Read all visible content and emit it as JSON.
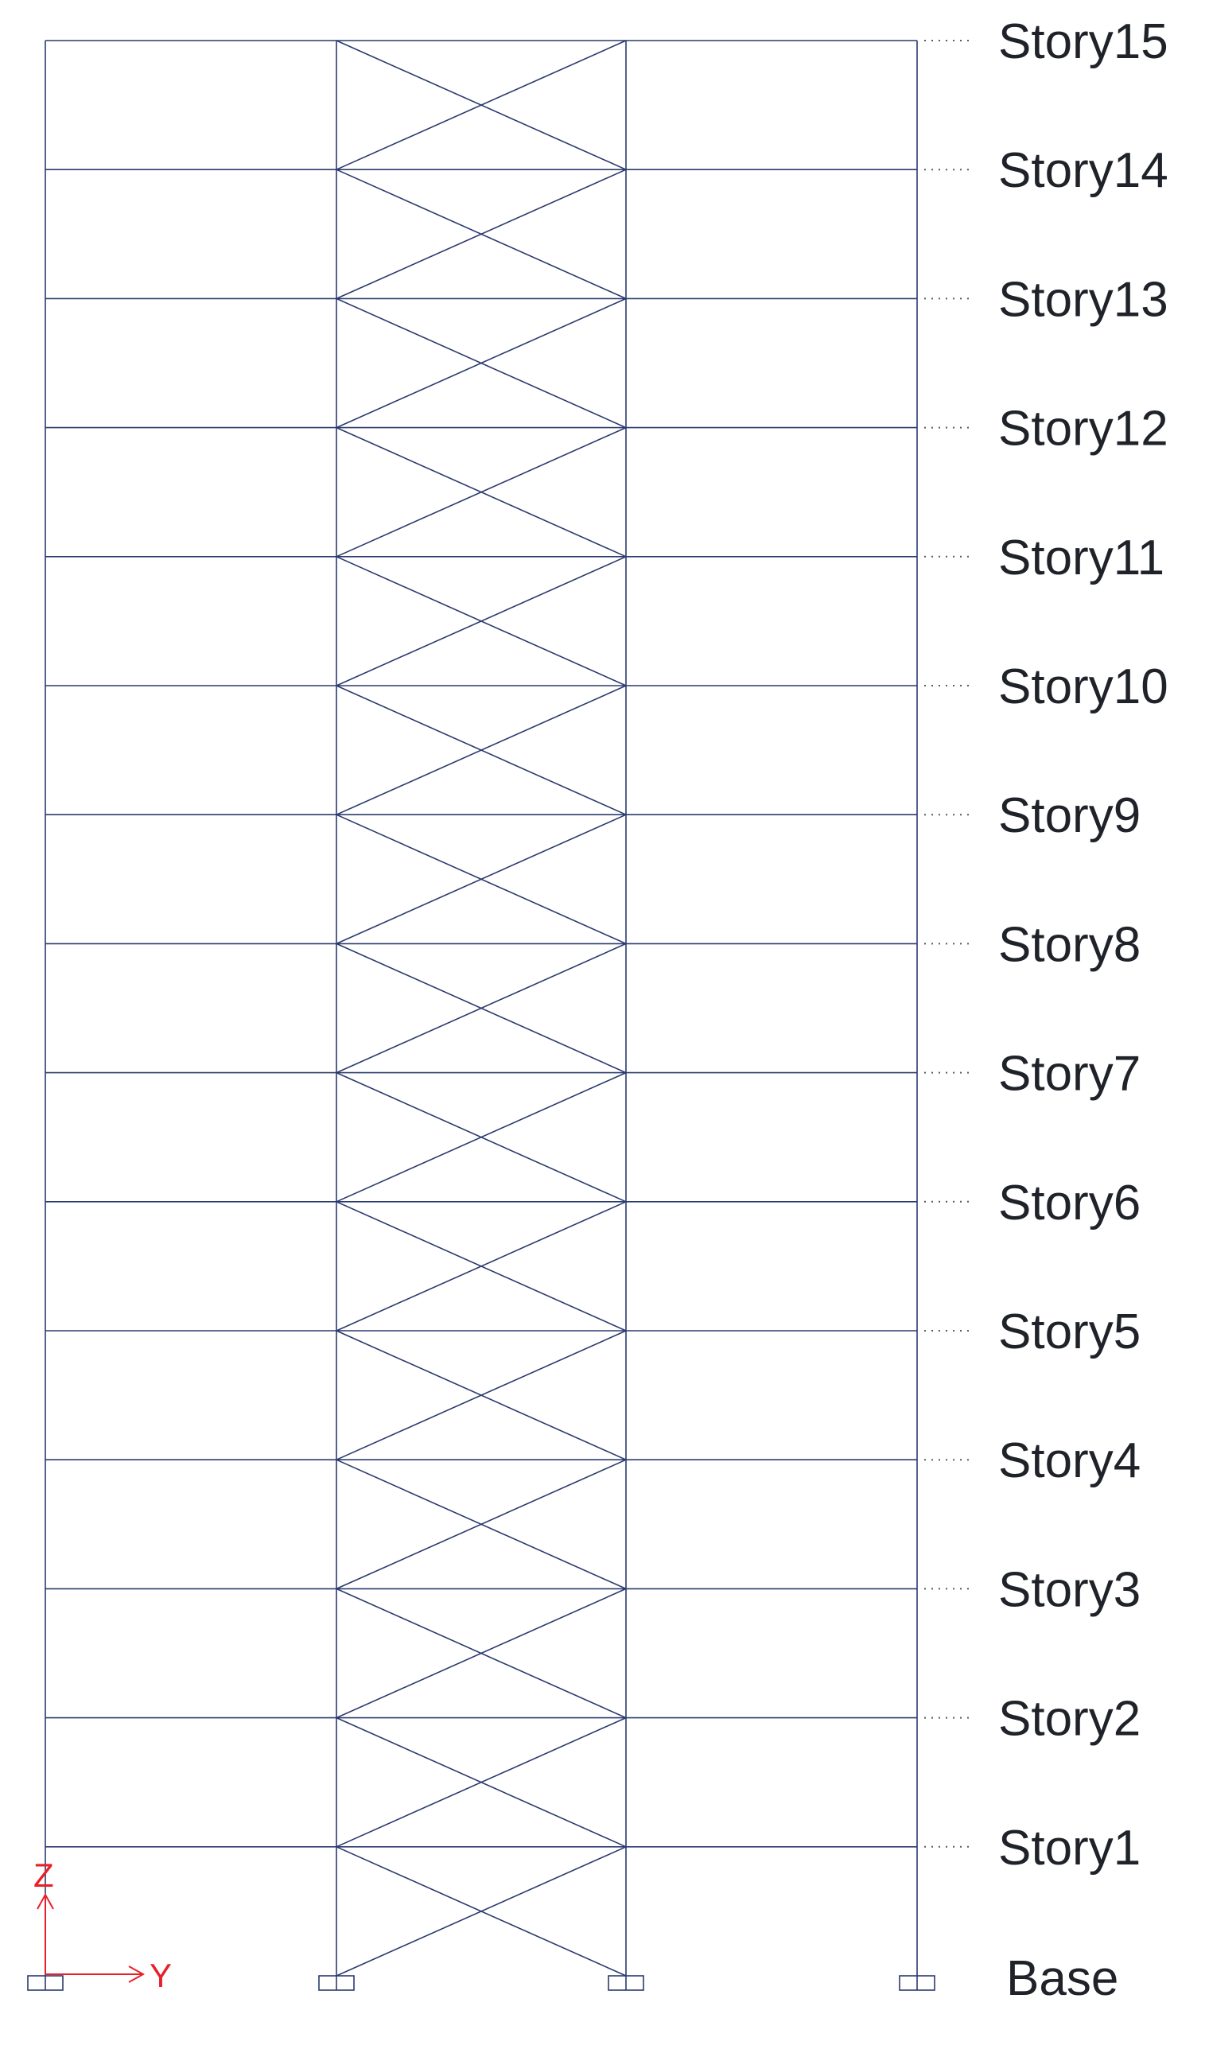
{
  "colors": {
    "frame": "#2b3a6e",
    "label": "#1f2329",
    "leader": "#5a5a5a",
    "axis": "#e8202a",
    "background": "#ffffff"
  },
  "levels": [
    {
      "label": "Story15",
      "index": 15
    },
    {
      "label": "Story14",
      "index": 14
    },
    {
      "label": "Story13",
      "index": 13
    },
    {
      "label": "Story12",
      "index": 12
    },
    {
      "label": "Story11",
      "index": 11
    },
    {
      "label": "Story10",
      "index": 10
    },
    {
      "label": "Story9",
      "index": 9
    },
    {
      "label": "Story8",
      "index": 8
    },
    {
      "label": "Story7",
      "index": 7
    },
    {
      "label": "Story6",
      "index": 6
    },
    {
      "label": "Story5",
      "index": 5
    },
    {
      "label": "Story4",
      "index": 4
    },
    {
      "label": "Story3",
      "index": 3
    },
    {
      "label": "Story2",
      "index": 2
    },
    {
      "label": "Story1",
      "index": 1
    },
    {
      "label": "Base",
      "index": 0
    }
  ],
  "gridlines": 4,
  "braced_bay": 2,
  "supports": 4,
  "axes": {
    "vertical_label": "Z",
    "horizontal_label": "Y"
  }
}
